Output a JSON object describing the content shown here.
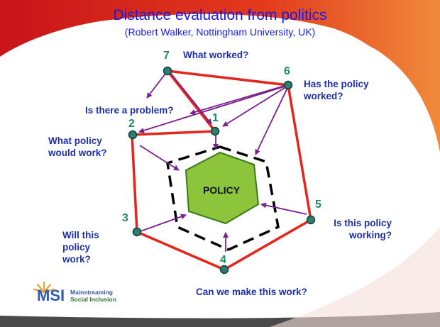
{
  "slide": {
    "title": "Distance evaluation from politics",
    "subtitle": "(Robert Walker, Nottingham University, UK)"
  },
  "center": {
    "label": "POLICY"
  },
  "nodes": [
    {
      "number": "1",
      "question": ""
    },
    {
      "number": "2",
      "question": "What policy would work?"
    },
    {
      "number": "3",
      "question": "Will this policy work?"
    },
    {
      "number": "4",
      "question": "Can we make this work?"
    },
    {
      "number": "5",
      "question": "Is this policy working?"
    },
    {
      "number": "6",
      "question": "Has the policy worked?"
    },
    {
      "number": "7",
      "question": "What worked?"
    }
  ],
  "extra_labels": {
    "problem": "Is there a problem?"
  },
  "logo": {
    "mark": "MSI",
    "line1": "Mainstreaming",
    "line2": "Social Inclusion"
  },
  "colors": {
    "title": "#1a1ae6",
    "labels": "#1f2fa8",
    "numbers": "#1f8a6a",
    "outer_polygon": "#e8231c",
    "arrows": "#7a1f8c",
    "hexagon_fill": "#8cc43c",
    "hexagon_stroke": "#3a7a1a",
    "nodes": "#2e7d6e",
    "background_curve": "#d9231c"
  }
}
